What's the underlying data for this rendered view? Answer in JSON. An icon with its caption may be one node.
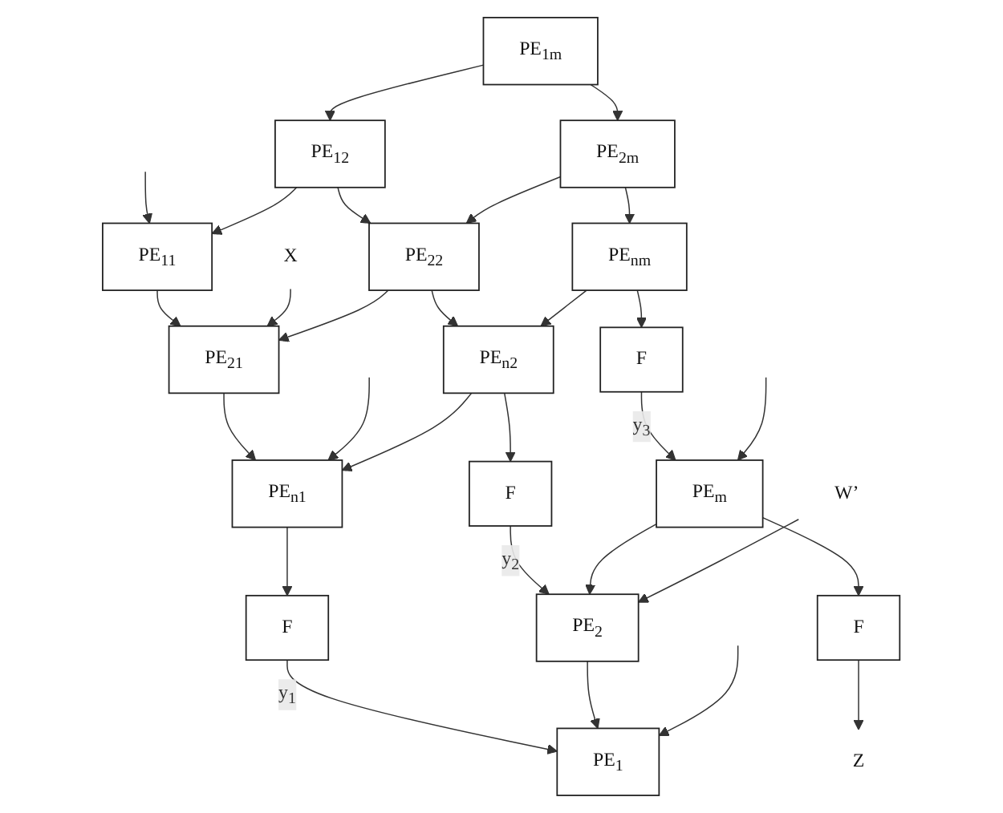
{
  "diagram": {
    "nodes": [
      {
        "text": [
          "PE$_{11}$"
        ]
      },
      {
        "text": [
          "PE$_{12}$"
        ]
      },
      {
        "text": [
          "PE$_{1m}$"
        ]
      },
      {
        "text": [
          "X"
        ]
      },
      {
        "text": [
          "PE$_{21}$"
        ]
      },
      {
        "text": [
          "PE$_{22}$"
        ]
      },
      {
        "text": [
          "PE$_{2m}$"
        ]
      },
      {
        "text": [
          "PE$_{n1}$"
        ]
      },
      {
        "text": [
          "PE$_{n2}$"
        ]
      },
      {
        "text": [
          "PE$_{nm}$"
        ]
      },
      {
        "text": [
          "F"
        ]
      },
      {
        "text": [
          "F"
        ]
      },
      {
        "text": [
          "F"
        ]
      },
      {
        "text": [
          "PE$_{1}$"
        ]
      },
      {
        "text": [
          "PE$_{2}$"
        ]
      },
      {
        "text": [
          "PE$_{m}$"
        ]
      },
      {
        "text": [
          "F"
        ]
      },
      {
        "text": [
          "Z"
        ]
      },
      {
        "text": [
          "W’"
        ]
      }
    ],
    "edges": [
      {
        "from": null,
        "to": 0,
        "arrow": "to"
      },
      {
        "from": 1,
        "to": 0,
        "arrow": "to"
      },
      {
        "from": 2,
        "to": 1,
        "arrow": "to"
      },
      {
        "from": 0,
        "to": 4,
        "arrow": "to"
      },
      {
        "from": 1,
        "to": 5,
        "arrow": "to"
      },
      {
        "from": 2,
        "to": 6,
        "arrow": "to"
      },
      {
        "from": 3,
        "to": 4,
        "arrow": "to"
      },
      {
        "from": 5,
        "to": 4,
        "arrow": "to"
      },
      {
        "from": 6,
        "to": 5,
        "arrow": "to"
      },
      {
        "from": 4,
        "to": 7,
        "arrow": "to"
      },
      {
        "from": 5,
        "to": 8,
        "arrow": "to"
      },
      {
        "from": 6,
        "to": 9,
        "arrow": "to"
      },
      {
        "from": null,
        "to": 7,
        "arrow": "to"
      },
      {
        "from": 8,
        "to": 7,
        "arrow": "to"
      },
      {
        "from": 9,
        "to": 8,
        "arrow": "to"
      },
      {
        "from": 7,
        "to": 10,
        "arrow": "to"
      },
      {
        "from": 8,
        "to": 11,
        "arrow": "to"
      },
      {
        "from": 9,
        "to": 12,
        "arrow": "to"
      },
      {
        "from": 10,
        "to": 13,
        "arrow": "to",
        "label": "y$_{1}$"
      },
      {
        "from": 11,
        "to": 14,
        "arrow": "to",
        "label": "y$_{2}$"
      },
      {
        "from": 12,
        "to": 15,
        "arrow": "to",
        "label": "y$_{3}$"
      },
      {
        "from": 14,
        "to": 13,
        "arrow": "to"
      },
      {
        "from": 15,
        "to": 14,
        "arrow": "to"
      },
      {
        "from": 15,
        "to": 16,
        "arrow": "to"
      },
      {
        "from": 16,
        "to": 17,
        "arrow": "to"
      },
      {
        "from": null,
        "to": 13,
        "arrow": "to"
      },
      {
        "from": 18,
        "to": 14,
        "arrow": "to"
      },
      {
        "from": null,
        "to": 15,
        "arrow": "to"
      }
    ]
  }
}
